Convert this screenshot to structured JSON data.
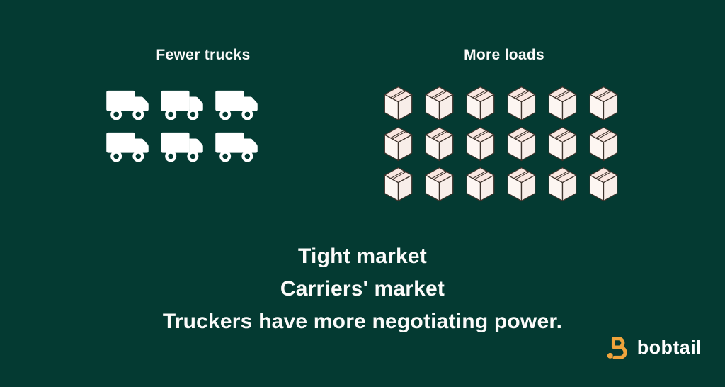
{
  "canvas": {
    "background_color": "#043A32",
    "text_color": "#FCFBFA"
  },
  "trucks_panel": {
    "title": "Fewer trucks",
    "icon": "truck-icon",
    "count": 6,
    "columns": 3,
    "icon_color": "#FFFFFF"
  },
  "loads_panel": {
    "title": "More loads",
    "icon": "box-icon",
    "count": 18,
    "columns": 6,
    "box_face_color": "#FDF6F2",
    "box_side_color": "#F8EEE9",
    "box_top_color": "#FAE7E1",
    "box_outline_color": "#3D332C"
  },
  "tagline": {
    "line1": "Tight market",
    "line2": "Carriers' market",
    "line3": "Truckers have more negotiating power."
  },
  "logo": {
    "wordmark": "bobtail",
    "mark_icon": "bobtail-mark-icon",
    "mark_color": "#F0A43C",
    "wordmark_color": "#FFFFFF"
  },
  "chart_data": {
    "type": "pictograph",
    "categories": [
      "Fewer trucks",
      "More loads"
    ],
    "values": [
      6,
      18
    ],
    "icons": [
      "truck",
      "box"
    ],
    "series": [
      {
        "name": "Fewer trucks",
        "icon": "truck",
        "count": 6,
        "rows": 2,
        "columns": 3
      },
      {
        "name": "More loads",
        "icon": "box",
        "count": 18,
        "rows": 3,
        "columns": 6
      }
    ],
    "title": "",
    "annotations": [
      "Tight market",
      "Carriers' market",
      "Truckers have more negotiating power."
    ],
    "legend_position": "none",
    "grid": false
  }
}
